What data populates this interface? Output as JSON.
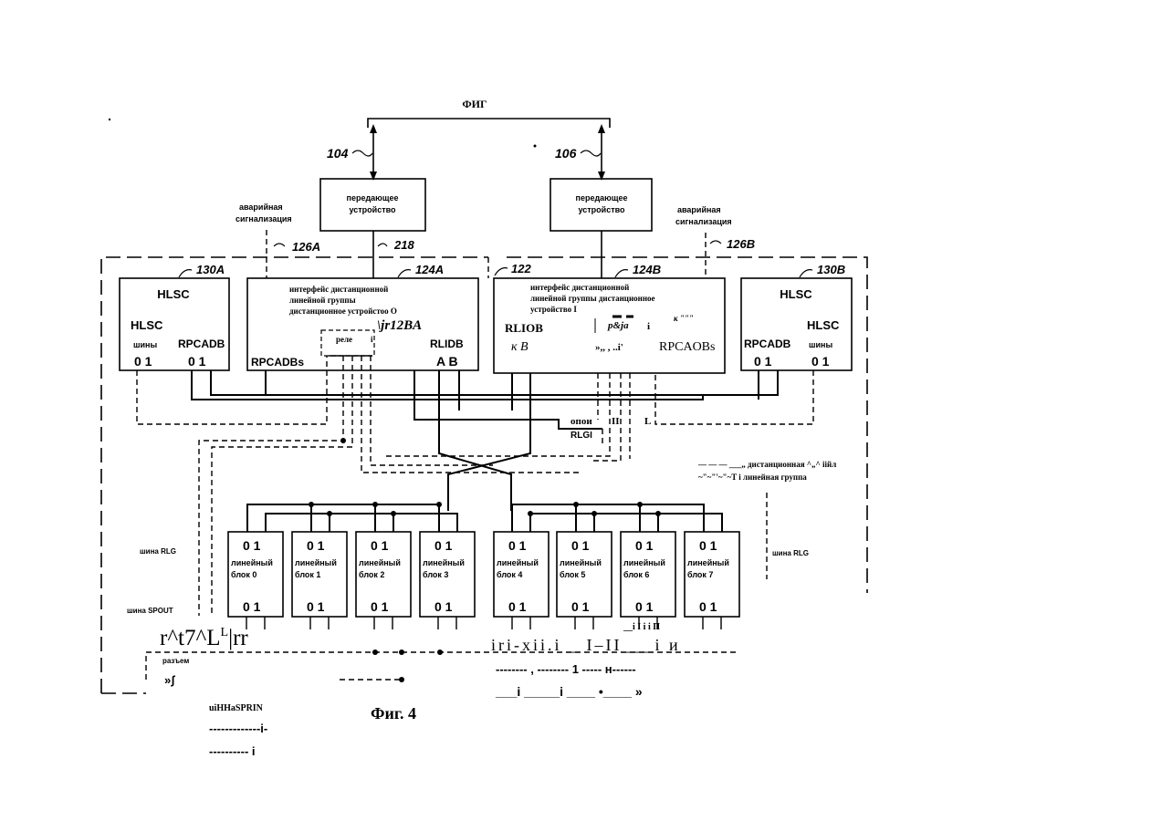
{
  "top_label": "ФИГ",
  "refs": {
    "r104": "104",
    "r106": "106",
    "r218": "218",
    "r126a": "126A",
    "r126b": "126B",
    "r130a": "130A",
    "r130b": "130B",
    "r124a": "124A",
    "r124b": "124B",
    "r122": "122"
  },
  "transmitter": [
    "передающее",
    "устройство"
  ],
  "alarm": [
    "аварийная",
    "сигнализация"
  ],
  "alarm_left": [
    "аварийная",
    "сигнализация"
  ],
  "hlsc_left": {
    "title": "HLSC",
    "sub": "HLSC",
    "buses": "шины",
    "rpcadb": "RPCADB",
    "bits_a": "0 1",
    "bits_b": "0 1"
  },
  "hlsc_right": {
    "title": "HLSC",
    "sub": "HLSC",
    "buses": "шины",
    "rpcadb": "RPCADB",
    "bits_a": "0 1",
    "bits_b": "0 1"
  },
  "rlgi_a": {
    "lines": [
      "интерфейс дистанционной",
      "линейной группы",
      "дистанционное устройстоо O"
    ],
    "ref_tag": "\\jr12BA",
    "relay": "реле",
    "relay_mark": "i",
    "rpcadbs": "RPCADBs",
    "rlidb": "RLIDB",
    "ab": "A  B"
  },
  "rlgi_b": {
    "lines": [
      "интерфейс дистанционной",
      "линейной группы дистанционное",
      "устройство I"
    ],
    "rliob": "RLIOB",
    "kb": "к  B",
    "noise1": "p&ja",
    "noise2": "к \"\"\"",
    "noise3": "i",
    "noise4": "»,, ,    ..i'",
    "rpcaobs": "RPCAOBs"
  },
  "cross_labels": {
    "opoi": "опои",
    "rlgi": "RLGI",
    "ii": "II",
    "l": "L"
  },
  "remote_group": [
    "— — — ___„ дистанционная     ^„^ іійл",
    "~\"~\"'~\"~T i  линейная группа"
  ],
  "bus_rlg_left": "шина RLG",
  "bus_rlg_right": "шина RLG",
  "bus_spout": "шина SPOUT",
  "line_units": [
    {
      "top": "0 1",
      "label": [
        "линейный",
        "блок 0"
      ],
      "bottom": "0 1"
    },
    {
      "top": "0 1",
      "label": [
        "линейный",
        "блок 1"
      ],
      "bottom": "0 1"
    },
    {
      "top": "0 1",
      "label": [
        "линейный",
        "блок 2"
      ],
      "bottom": "0 1"
    },
    {
      "top": "0 1",
      "label": [
        "линейный",
        "блок 3"
      ],
      "bottom": "0 1"
    },
    {
      "top": "0 1",
      "label": [
        "линейный",
        "блок 4"
      ],
      "bottom": "0 1"
    },
    {
      "top": "0 1",
      "label": [
        "линейный",
        "блок 5"
      ],
      "bottom": "0 1"
    },
    {
      "top": "0 1",
      "label": [
        "линейный",
        "блок 6"
      ],
      "bottom": "0 1"
    },
    {
      "top": "0 1",
      "label": [
        "линейный",
        "блок 7"
      ],
      "bottom": "0 1"
    }
  ],
  "garble_left": "r^t7^L",
  "garble_left_sup": "L",
  "garble_left_tail": "|rr",
  "connector": "разъем",
  "garble_bottom": {
    "line1": "irі-xіі.і _ I–II___і и",
    "line2": "-------- , -------- 1 ----- н------",
    "line3": "___і _____і ____ •____ »",
    "mini1": "__і  I і і П"
  },
  "spring": {
    "title": "uiHHaSPRIN",
    "line1": "-------------і-",
    "line2": "---------- і"
  },
  "caption": "Фиг. 4"
}
